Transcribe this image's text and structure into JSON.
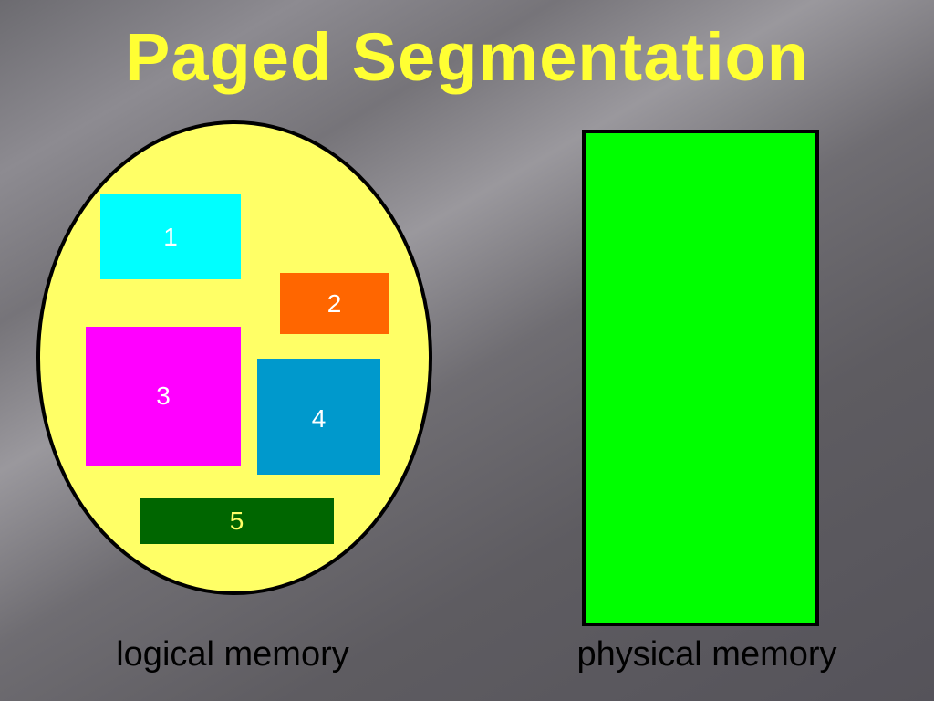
{
  "title": "Paged Segmentation",
  "logical_memory": {
    "label": "logical memory",
    "segments": [
      {
        "id": "1",
        "color": "#00ffff"
      },
      {
        "id": "2",
        "color": "#ff6600"
      },
      {
        "id": "3",
        "color": "#ff00ff"
      },
      {
        "id": "4",
        "color": "#0099cc"
      },
      {
        "id": "5",
        "color": "#006600"
      }
    ]
  },
  "physical_memory": {
    "label": "physical memory",
    "color": "#00ff00"
  },
  "colors": {
    "title": "#ffff33",
    "logical_fill": "#ffff66"
  }
}
